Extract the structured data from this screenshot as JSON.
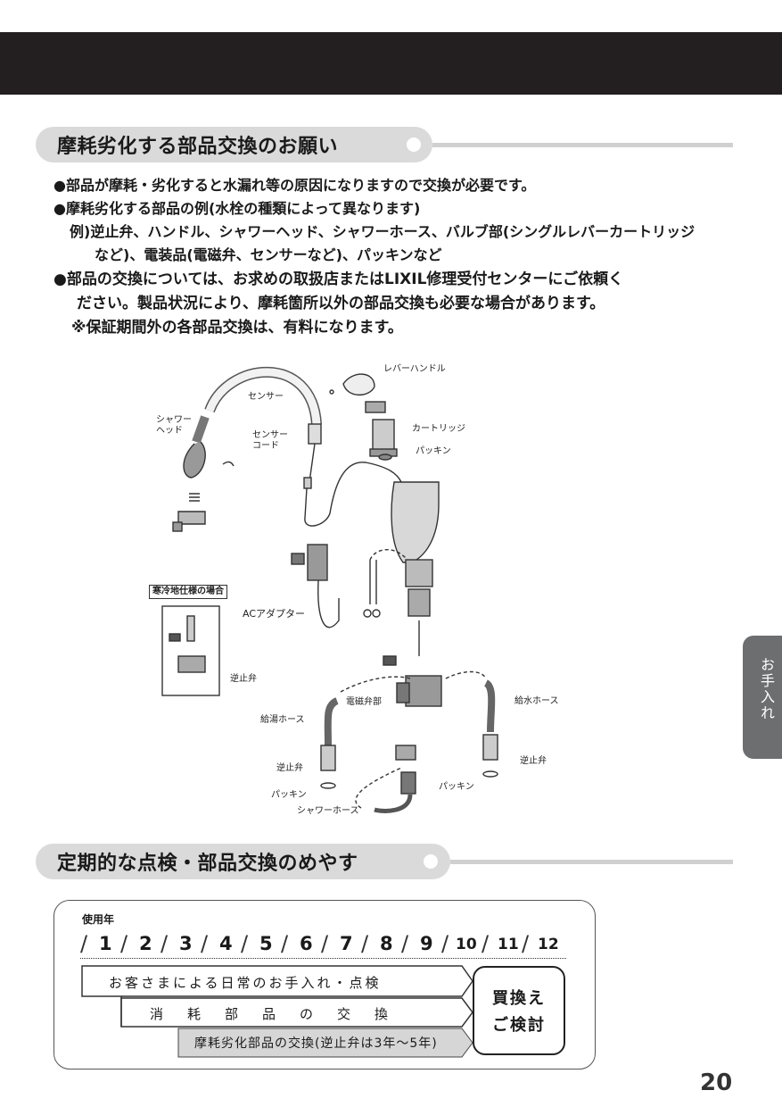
{
  "side_tab_label": "お手入れ",
  "page_number": "20",
  "section1": {
    "title": "摩耗劣化する部品交換のお願い",
    "bullets": [
      "●部品が摩耗・劣化すると水漏れ等の原因になりますので交換が必要です。",
      "●摩耗劣化する部品の例(水栓の種類によって異なります)",
      "例)逆止弁、ハンドル、シャワーヘッド、シャワーホース、バルブ部(シングルレバーカートリッジ",
      "など)、電装品(電磁弁、センサーなど)、パッキンなど",
      "●部品の交換については、お求めの取扱店またはLIXIL修理受付センターにご依頼く",
      "ださい。製品状況により、摩耗箇所以外の部品交換も必要な場合があります。",
      "※保証期間外の各部品交換は、有料になります。"
    ]
  },
  "diagram": {
    "labels": {
      "lever_handle": "レバーハンドル",
      "sensor": "センサー",
      "cartridge": "カートリッジ",
      "shower_head_1": "シャワー",
      "shower_head_2": "ヘッド",
      "sensor_cord_1": "センサー",
      "sensor_cord_2": "コード",
      "packing_top": "パッキン",
      "cold_region_spec": "寒冷地仕様の場合",
      "ac_adapter": "ACアダプター",
      "check_valve_inset": "逆止弁",
      "solenoid_valve": "電磁弁部",
      "hot_water_hose": "給湯ホース",
      "cold_water_hose": "給水ホース",
      "check_valve_left": "逆止弁",
      "check_valve_right": "逆止弁",
      "packing_left": "パッキン",
      "packing_right": "パッキン",
      "shower_hose": "シャワーホース"
    }
  },
  "section2": {
    "title": "定期的な点検・部品交換のめやす",
    "years_label": "使用年",
    "years": [
      "1",
      "2",
      "3",
      "4",
      "5",
      "6",
      "7",
      "8",
      "9",
      "10",
      "11",
      "12"
    ],
    "daily_care": "お客さまによる日常のお手入れ・点検",
    "consumables": "消　耗　部　品　の　交　換",
    "wear_parts": "摩耗劣化部品の交換(逆止弁は3年〜5年)",
    "consider_line1": "買換え",
    "consider_line2": "ご検討"
  }
}
